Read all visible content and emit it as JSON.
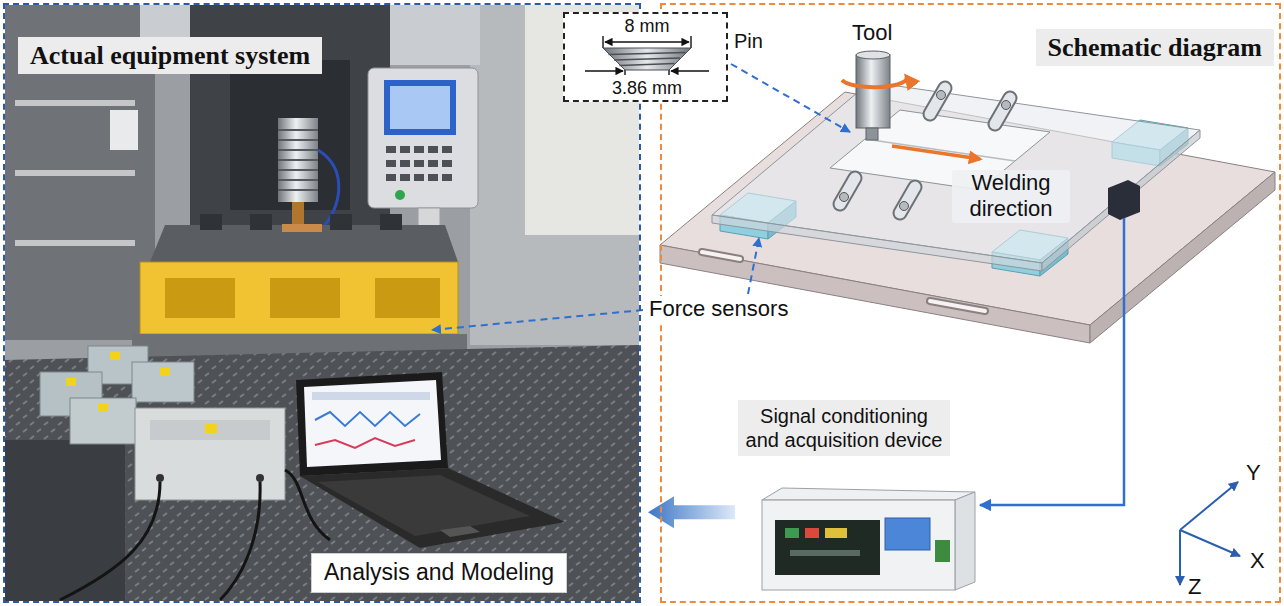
{
  "diagram": {
    "nodes": [
      {
        "text": [
          "Actual equipment system"
        ]
      },
      {
        "text": [
          "Schematic diagram"
        ]
      },
      {
        "text": [
          "Analysis and Modeling"
        ],
        "in": 0
      },
      {
        "text": [
          "Signal conditioning and acquisition device"
        ],
        "in": 1
      },
      {
        "text": [
          "8 mm",
          "3.86 mm",
          "Pin"
        ]
      }
    ],
    "edges": [
      {
        "from": 3,
        "to": 2,
        "arrow": "to"
      }
    ],
    "labels": [
      "Tool",
      "Welding direction",
      "Force sensors",
      "Y",
      "X",
      "Z"
    ]
  }
}
